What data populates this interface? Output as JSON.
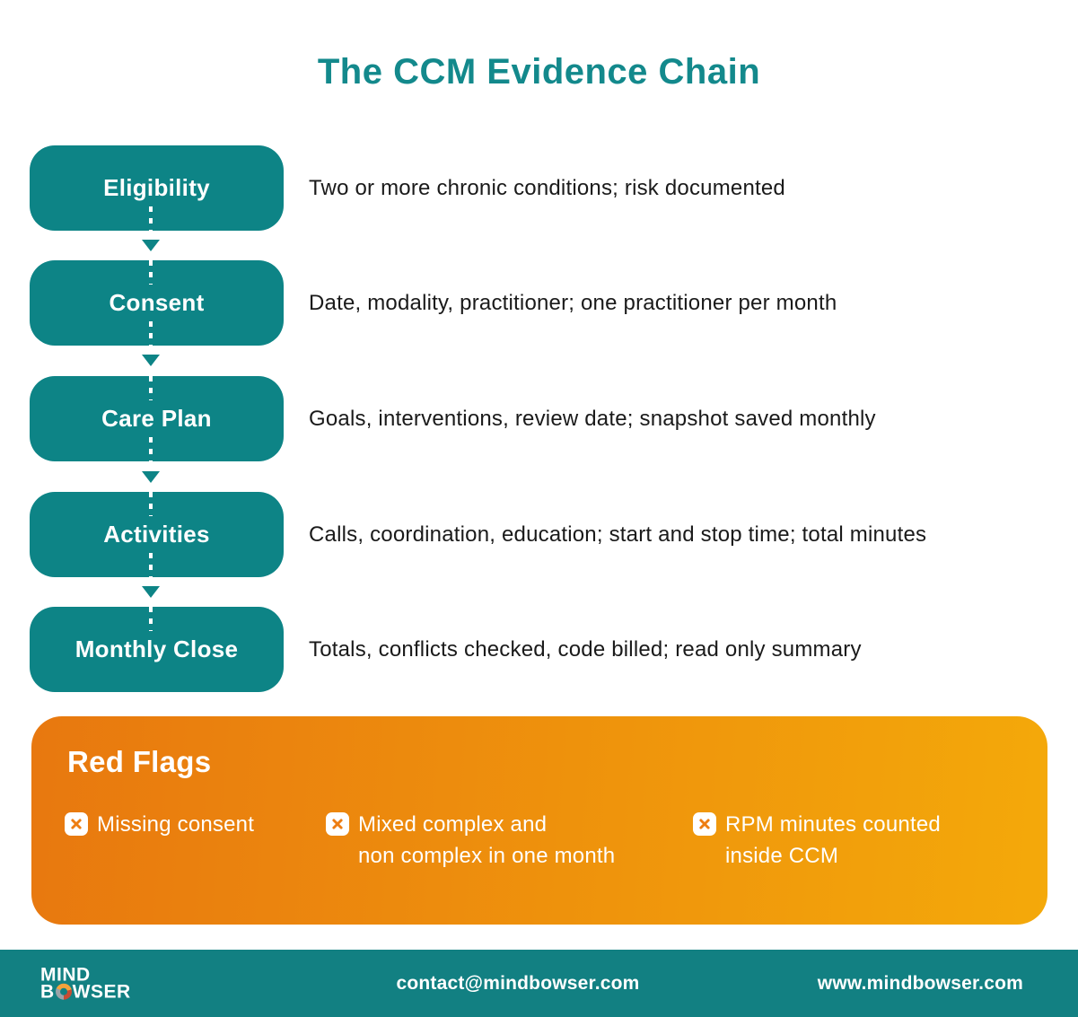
{
  "title": "The CCM Evidence Chain",
  "chain": {
    "steps": [
      {
        "label": "Eligibility",
        "description": "Two or more chronic conditions; risk documented"
      },
      {
        "label": "Consent",
        "description": "Date, modality, practitioner; one practitioner per month"
      },
      {
        "label": "Care Plan",
        "description": "Goals, interventions, review date; snapshot saved monthly"
      },
      {
        "label": "Activities",
        "description": "Calls, coordination, education; start and stop time; total minutes"
      },
      {
        "label": "Monthly Close",
        "description": "Totals, conflicts checked, code billed; read only summary"
      }
    ]
  },
  "red_flags": {
    "title": "Red Flags",
    "items": [
      {
        "icon": "x-flag-icon",
        "lines": [
          "Missing consent",
          ""
        ]
      },
      {
        "icon": "x-flag-icon",
        "lines": [
          "Mixed complex and",
          "non complex in one month"
        ]
      },
      {
        "icon": "x-flag-icon",
        "lines": [
          "RPM minutes counted",
          "inside CCM"
        ]
      }
    ]
  },
  "footer": {
    "logo_line1": "MIND",
    "logo_b": "B",
    "logo_wser": "WSER",
    "email": "contact@mindbowser.com",
    "website": "www.mindbowser.com"
  },
  "colors": {
    "teal": "#0D8486",
    "title_teal": "#13898C",
    "footer_teal": "#128082",
    "orange_gradient_start": "#E8780F",
    "orange_gradient_end": "#F4A90A",
    "flag_x_orange": "#ED7D12",
    "body_text": "#1A1A1A"
  }
}
